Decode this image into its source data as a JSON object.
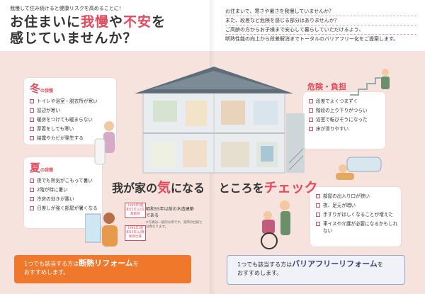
{
  "header": {
    "lead": "我慢して住み続けると健康リスクを高めることに！",
    "headline_1a": "お住まいに",
    "headline_1b": "我慢",
    "headline_1c": "や",
    "headline_1d": "不安",
    "headline_1e": "を",
    "headline_2": "感じていませんか？"
  },
  "intro": [
    "お住まいで、寒さや暑さを我慢していませんか？",
    "また、段差など危険を感じる部分はありませんか？",
    "ご高齢の方からお子様まで安心して暮らしていただけるよう、",
    "断熱性能の向上から段差解消までトータルのバリアフリー化をご提案します。"
  ],
  "winter": {
    "tag": "冬",
    "tag_suffix": "の我慢",
    "items": [
      "トイレや浴室・脱衣所が寒い",
      "窓辺が寒い",
      "暖房をつけても暖まらない",
      "厚着をしても寒い",
      "結露やカビが発生する"
    ]
  },
  "summer": {
    "tag": "夏",
    "tag_suffix": "の我慢",
    "items": [
      "夜でも熱気がこもって暑い",
      "2階が特に暑い",
      "冷房の効きが悪い",
      "日差しが強く部屋が暑くなる"
    ]
  },
  "danger": {
    "tag": "危険・負担",
    "items": [
      "段差でよくつまずく",
      "階段の上り下りがつらい",
      "浴室で転びそうになった",
      "床が滑りやすい"
    ]
  },
  "barrier": {
    "items": [
      "部屋の出入り口が狭い",
      "夜、足元が暗い",
      "手すりがほしくなることが増えた",
      "車イスや介護が必要になるかもしれない"
    ]
  },
  "center": {
    "title_a": "我が家の",
    "title_kw1": "気",
    "title_b": "になる",
    "title_c": "ところを",
    "title_kw2": "チェック"
  },
  "stamps": {
    "s1": "1980年(昭和55年)以前 無断熱",
    "s2": "1980年(昭和55年)以降 断熱仕様",
    "s1_note": "昭和55年以前の木造建築である",
    "disclaimer": "※写真は一般的な例です。実際の仕様とは異なります。"
  },
  "footer_left": {
    "line1a": "1つでも該当する方は",
    "line1b": "断熱リフォーム",
    "line1c": "を",
    "line2": "おすすめします。"
  },
  "footer_right": {
    "line1a": "1つでも該当する方は",
    "line1b": "バリアフリーリフォーム",
    "line1c": "を",
    "line2": "おすすめします。"
  },
  "colors": {
    "accent": "#e24a5b",
    "orange": "#f0782d",
    "navy": "#3a3f78",
    "bg": "#f6e3dd"
  }
}
